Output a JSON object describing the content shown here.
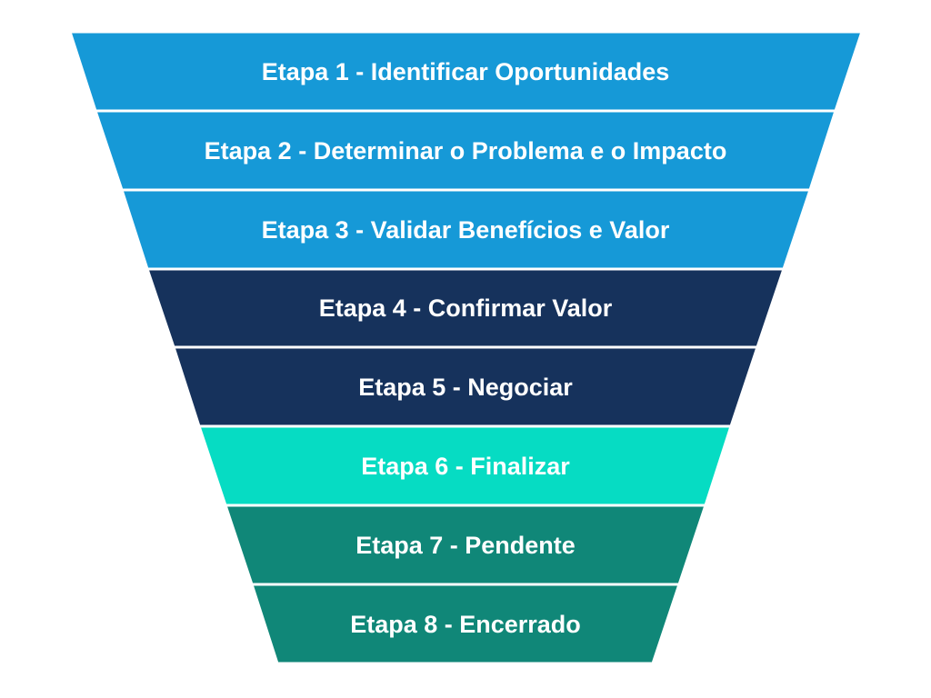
{
  "diagram": {
    "type": "funnel",
    "background_color": "#FFFFFF",
    "divider_color": "#FFFFFF",
    "label_color": "#FFFFFF",
    "stages": [
      {
        "label": "Etapa 1 - Identificar Oportunidades",
        "color": "#1699D7"
      },
      {
        "label": "Etapa 2 - Determinar o Problema e o Impacto",
        "color": "#1699D7"
      },
      {
        "label": "Etapa 3 - Validar Benefícios e Valor",
        "color": "#1699D7"
      },
      {
        "label": "Etapa 4 - Confirmar Valor",
        "color": "#16325C"
      },
      {
        "label": "Etapa 5 - Negociar",
        "color": "#16325C"
      },
      {
        "label": "Etapa 6 - Finalizar",
        "color": "#06DCC3"
      },
      {
        "label": "Etapa 7 - Pendente",
        "color": "#108778"
      },
      {
        "label": "Etapa 8 - Encerrado",
        "color": "#108778"
      }
    ]
  }
}
